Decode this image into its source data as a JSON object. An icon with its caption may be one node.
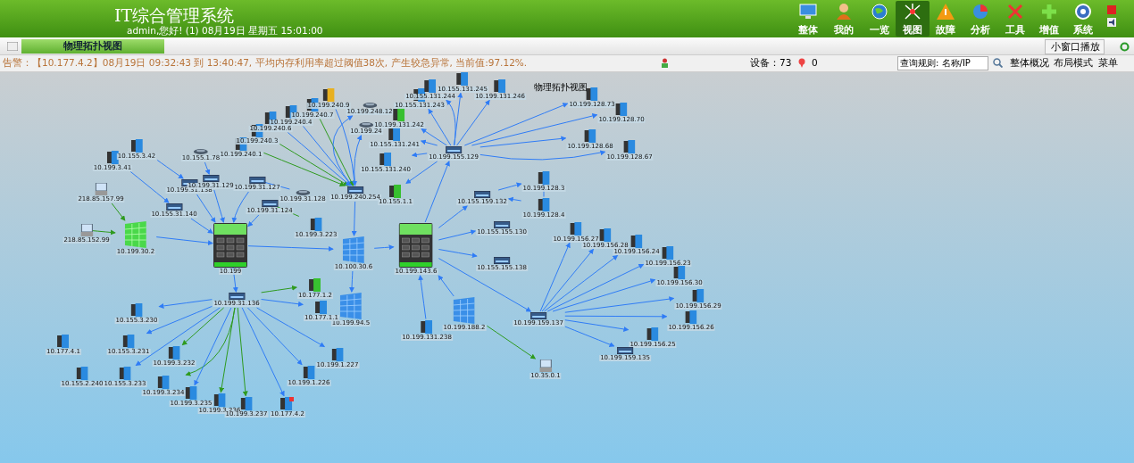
{
  "diagram": {
    "title": "IT综合管理系统",
    "nodes": [
      {
        "text": [
          "10.199"
        ]
      },
      {
        "text": [
          "10.199.143.6"
        ]
      },
      {
        "text": [
          "10.100.30.6"
        ]
      },
      {
        "text": [
          "10.199.94.5"
        ]
      },
      {
        "text": [
          "10.199.30.2"
        ]
      },
      {
        "text": [
          "10.199.188.2"
        ]
      },
      {
        "text": [
          "218.85.157.99"
        ]
      },
      {
        "text": [
          "218.85.152.99"
        ]
      },
      {
        "text": [
          "10.199.3.41"
        ]
      },
      {
        "text": [
          "10.155.3.42"
        ]
      },
      {
        "text": [
          "10.155.31.140"
        ]
      },
      {
        "text": [
          "10.199.31.138"
        ]
      },
      {
        "text": [
          "10.155.1.78"
        ]
      },
      {
        "text": [
          "10.199.31.129"
        ]
      },
      {
        "text": [
          "10.199.31.127"
        ]
      },
      {
        "text": [
          "10.199.31.124"
        ]
      },
      {
        "text": [
          "10.199.31.128"
        ]
      },
      {
        "text": [
          "10.199.3.223"
        ]
      },
      {
        "text": [
          "10.199.240.1"
        ]
      },
      {
        "text": [
          "10.199.240.3"
        ]
      },
      {
        "text": [
          "10.199.240.6"
        ]
      },
      {
        "text": [
          "10.199.240.4"
        ]
      },
      {
        "text": [
          "10.199.240.7"
        ]
      },
      {
        "text": [
          "10.199.240.9"
        ]
      },
      {
        "text": [
          "10.199.248.12"
        ]
      },
      {
        "text": [
          "10.199.24"
        ]
      },
      {
        "text": [
          "10.199.240.254"
        ]
      },
      {
        "text": [
          "10.155.131.241"
        ]
      },
      {
        "text": [
          "10.155.131.240"
        ]
      },
      {
        "text": [
          "10.155.1.1"
        ]
      },
      {
        "text": [
          "10.199.131.242"
        ]
      },
      {
        "text": [
          "10.155.131.243"
        ]
      },
      {
        "text": [
          "10.155.131.244"
        ]
      },
      {
        "text": [
          "10.155.131.245"
        ]
      },
      {
        "text": [
          "10.199.131.246"
        ]
      },
      {
        "text": [
          "10.199.155.129"
        ]
      },
      {
        "text": [
          "10.199.128.73"
        ]
      },
      {
        "text": [
          "10.199.128.70"
        ]
      },
      {
        "text": [
          "10.199.128.68"
        ]
      },
      {
        "text": [
          "10.199.128.67"
        ]
      },
      {
        "text": [
          "10.155.159.132"
        ]
      },
      {
        "text": [
          "10.199.128.3"
        ]
      },
      {
        "text": [
          "10.199.128.4"
        ]
      },
      {
        "text": [
          "10.155.155.130"
        ]
      },
      {
        "text": [
          "10.155.155.138"
        ]
      },
      {
        "text": [
          "10.199.131.238"
        ]
      },
      {
        "text": [
          "10.199.159.137"
        ]
      },
      {
        "text": [
          "10.35.0.1"
        ]
      },
      {
        "text": [
          "10.199.156.27"
        ]
      },
      {
        "text": [
          "10.199.156.28"
        ]
      },
      {
        "text": [
          "10.199.156.24"
        ]
      },
      {
        "text": [
          "10.199.156.23"
        ]
      },
      {
        "text": [
          "10.199.156.30"
        ]
      },
      {
        "text": [
          "10.199.156.29"
        ]
      },
      {
        "text": [
          "10.199.156.26"
        ]
      },
      {
        "text": [
          "10.199.156.25"
        ]
      },
      {
        "text": [
          "10.199.159.135"
        ]
      },
      {
        "text": [
          "10.199.31.136"
        ]
      },
      {
        "text": [
          "10.177.1.2"
        ]
      },
      {
        "text": [
          "10.177.1.1"
        ]
      },
      {
        "text": [
          "10.155.3.230"
        ]
      },
      {
        "text": [
          "10.177.4.1"
        ]
      },
      {
        "text": [
          "10.155.3.231"
        ]
      },
      {
        "text": [
          "10.199.3.232"
        ]
      },
      {
        "text": [
          "10.155.3.233"
        ]
      },
      {
        "text": [
          "10.199.3.234"
        ]
      },
      {
        "text": [
          "10.155.2.240"
        ]
      },
      {
        "text": [
          "10.199.3.235"
        ]
      },
      {
        "text": [
          "10.199.3.236"
        ]
      },
      {
        "text": [
          "10.199.3.237"
        ]
      },
      {
        "text": [
          "10.177.4.2"
        ]
      },
      {
        "text": [
          "10.199.1.226"
        ]
      },
      {
        "text": [
          "10.199.1.227"
        ]
      }
    ],
    "edges": [
      {
        "from": 4,
        "to": 0,
        "arrow": "to"
      },
      {
        "from": 7,
        "to": 4,
        "arrow": "to",
        "color": "#2e9a1e"
      },
      {
        "from": 6,
        "to": 4,
        "arrow": "to",
        "color": "#2e9a1e"
      },
      {
        "from": 8,
        "to": 10,
        "arrow": "to"
      },
      {
        "from": 10,
        "to": 0,
        "arrow": "to"
      },
      {
        "from": 9,
        "to": 11,
        "arrow": "to"
      },
      {
        "from": 11,
        "to": 0,
        "arrow": "to"
      },
      {
        "from": 12,
        "to": 13,
        "arrow": "to"
      },
      {
        "from": 13,
        "to": 0,
        "arrow": "to"
      },
      {
        "from": 14,
        "to": 0,
        "arrow": "to"
      },
      {
        "from": 16,
        "to": 14,
        "arrow": "to"
      },
      {
        "from": 15,
        "to": 0,
        "arrow": "to"
      },
      {
        "from": 17,
        "to": 15,
        "arrow": "to",
        "color": "#2e9a1e"
      },
      {
        "from": 0,
        "to": 2,
        "arrow": "to"
      },
      {
        "from": 2,
        "to": 1,
        "arrow": "to"
      },
      {
        "from": 26,
        "to": 2,
        "arrow": "to"
      },
      {
        "from": 2,
        "to": 3,
        "arrow": "to"
      },
      {
        "from": 18,
        "to": 26,
        "arrow": "to",
        "color": "#2e9a1e"
      },
      {
        "from": 19,
        "to": 26,
        "arrow": "to",
        "color": "#2e9a1e"
      },
      {
        "from": 20,
        "to": 26,
        "arrow": "to"
      },
      {
        "from": 21,
        "to": 26,
        "arrow": "to"
      },
      {
        "from": 22,
        "to": 26,
        "arrow": "to",
        "color": "#2e9a1e"
      },
      {
        "from": 23,
        "to": 26,
        "arrow": "to"
      },
      {
        "from": 26,
        "to": 24,
        "arrow": "to"
      },
      {
        "from": 26,
        "to": 25,
        "arrow": "to"
      },
      {
        "from": 1,
        "to": 35,
        "arrow": "to"
      },
      {
        "from": 35,
        "to": 28,
        "arrow": "to"
      },
      {
        "from": 35,
        "to": 27,
        "arrow": "to"
      },
      {
        "from": 35,
        "to": 30,
        "arrow": "to"
      },
      {
        "from": 35,
        "to": 31,
        "arrow": "to"
      },
      {
        "from": 35,
        "to": 32,
        "arrow": "to"
      },
      {
        "from": 35,
        "to": 33,
        "arrow": "to"
      },
      {
        "from": 35,
        "to": 34,
        "arrow": "to"
      },
      {
        "from": 35,
        "to": 29,
        "arrow": "to"
      },
      {
        "from": 35,
        "to": 36,
        "arrow": "to"
      },
      {
        "from": 35,
        "to": 37,
        "arrow": "to"
      },
      {
        "from": 35,
        "to": 38,
        "arrow": "to"
      },
      {
        "from": 35,
        "to": 39,
        "arrow": "to"
      },
      {
        "from": 1,
        "to": 40,
        "arrow": "to"
      },
      {
        "from": 40,
        "to": 41,
        "arrow": "to"
      },
      {
        "from": 42,
        "to": 40,
        "arrow": "to"
      },
      {
        "from": 42,
        "to": 41,
        "arrow": "to"
      },
      {
        "from": 1,
        "to": 43,
        "arrow": "to"
      },
      {
        "from": 1,
        "to": 44,
        "arrow": "to"
      },
      {
        "from": 1,
        "to": 46,
        "arrow": "to"
      },
      {
        "from": 45,
        "to": 1,
        "arrow": "to"
      },
      {
        "from": 5,
        "to": 1,
        "arrow": "to"
      },
      {
        "from": 5,
        "to": 47,
        "arrow": "to",
        "color": "#2e9a1e"
      },
      {
        "from": 46,
        "to": 48,
        "arrow": "to"
      },
      {
        "from": 46,
        "to": 49,
        "arrow": "to"
      },
      {
        "from": 46,
        "to": 50,
        "arrow": "to"
      },
      {
        "from": 46,
        "to": 51,
        "arrow": "to"
      },
      {
        "from": 46,
        "to": 52,
        "arrow": "to"
      },
      {
        "from": 46,
        "to": 53,
        "arrow": "to"
      },
      {
        "from": 46,
        "to": 54,
        "arrow": "to"
      },
      {
        "from": 46,
        "to": 55,
        "arrow": "to"
      },
      {
        "from": 46,
        "to": 56,
        "arrow": "to"
      },
      {
        "from": 0,
        "to": 57,
        "arrow": "to"
      },
      {
        "from": 57,
        "to": 58,
        "arrow": "to",
        "color": "#2e9a1e"
      },
      {
        "from": 57,
        "to": 59,
        "arrow": "to"
      },
      {
        "from": 57,
        "to": 60,
        "arrow": "to"
      },
      {
        "from": 57,
        "to": 62,
        "arrow": "to"
      },
      {
        "from": 57,
        "to": 63,
        "arrow": "to",
        "color": "#2e9a1e"
      },
      {
        "from": 57,
        "to": 64,
        "arrow": "to"
      },
      {
        "from": 57,
        "to": 65,
        "arrow": "to",
        "color": "#2e9a1e"
      },
      {
        "from": 57,
        "to": 67,
        "arrow": "to"
      },
      {
        "from": 57,
        "to": 68,
        "arrow": "to",
        "color": "#2e9a1e"
      },
      {
        "from": 57,
        "to": 69,
        "arrow": "to",
        "color": "#2e9a1e"
      },
      {
        "from": 57,
        "to": 70,
        "arrow": "to"
      },
      {
        "from": 57,
        "to": 71,
        "arrow": "to"
      },
      {
        "from": 57,
        "to": 72,
        "arrow": "to"
      }
    ],
    "labels": [
      "admin,您好! (1) 08月19日 星期五 15:01:00",
      "整体",
      "我的",
      "一览",
      "视图",
      "故障",
      "分析",
      "工具",
      "增值",
      "系统",
      "物理拓扑视图",
      "小窗口播放",
      "告警：【10.177.4.2】08月19日 09:32:43 到 13:40:47, 平均内存利用率超过阈值38次, 产生较急异常, 当前值:97.12%.",
      "设备：73",
      "0",
      "查询规则: 名称/IP",
      "整体概况",
      "布局模式",
      "菜单",
      "物理拓扑视图"
    ]
  }
}
